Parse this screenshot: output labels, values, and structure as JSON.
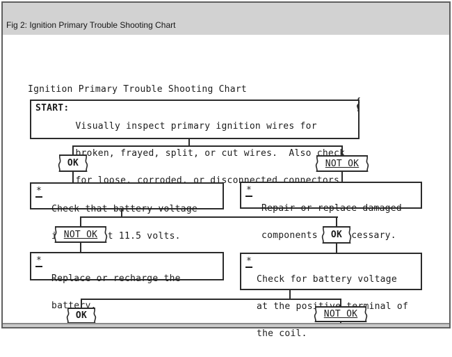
{
  "titlebar": {
    "caption": "Fig 2: Ignition Primary Trouble Shooting Chart"
  },
  "chart": {
    "title": "Ignition Primary Trouble Shooting Chart",
    "start": {
      "label": "START:",
      "lines": [
        "Visually inspect primary ignition wires for",
        "broken, frayed, split, or cut wires.  Also check",
        "for loose, corroded, or disconnected connectors."
      ]
    },
    "branch1": {
      "ok_tag": "OK",
      "not_ok_tag": "NOT OK",
      "ok_box": {
        "marker": "*",
        "lines": [
          "Check that battery voltage",
          "is at least 11.5 volts."
        ]
      },
      "not_ok_box": {
        "marker": "*",
        "lines": [
          "Repair or replace damaged",
          "components as necessary."
        ]
      }
    },
    "branch2": {
      "not_ok_tag": "NOT OK",
      "ok_tag": "OK",
      "not_ok_box": {
        "marker": "*",
        "lines": [
          "Replace or recharge the",
          "battery."
        ]
      },
      "ok_box": {
        "marker": "*",
        "lines": [
          "Check for battery voltage",
          "at the positive terminal of",
          "the coil."
        ]
      }
    },
    "branch3": {
      "ok_tag": "OK",
      "not_ok_tag": "NOT OK"
    }
  },
  "colors": {
    "line": "#2b2b2b",
    "text": "#1c1c1c",
    "titlebar_bg": "#d2d2d2",
    "frame_border": "#5f5f5f",
    "bottom_strip": "#c9c9c9",
    "background": "#ffffff"
  }
}
